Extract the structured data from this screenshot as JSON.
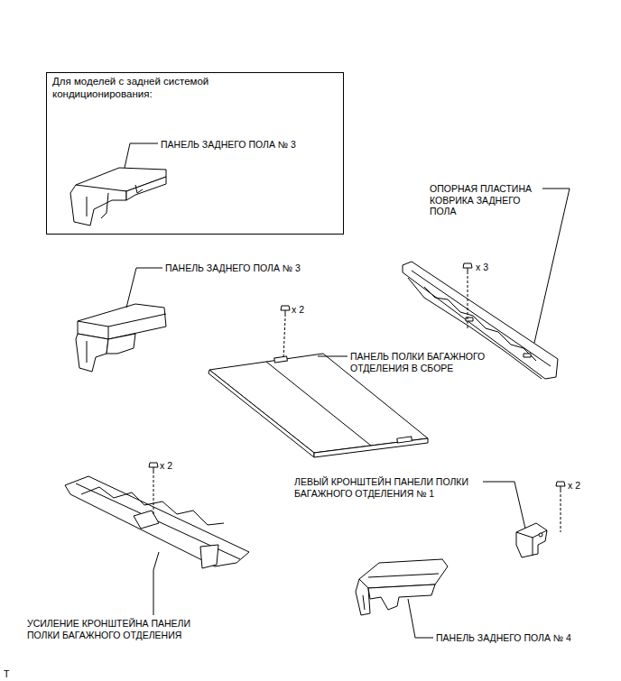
{
  "diagram": {
    "nodes": [
      {
        "text": [
          "Для моделей с задней системой кондиционирования:",
          "ПАНЕЛЬ ЗАДНЕГО ПОЛА № 3"
        ]
      }
    ],
    "labels": [
      "ОПОРНАЯ ПЛАСТИНА КОВРИКА ЗАДНЕГО ПОЛА",
      "x 3",
      "ПАНЕЛЬ ЗАДНЕГО ПОЛА № 3",
      "x 2",
      "ПАНЕЛЬ ПОЛКИ БАГАЖНОГО ОТДЕЛЕНИЯ В СБОРЕ",
      "x 2",
      "ЛЕВЫЙ КРОНШТЕЙН ПАНЕЛИ ПОЛКИ БАГАЖНОГО ОТДЕЛЕНИЯ № 1",
      "x 2",
      "УСИЛЕНИЕ КРОНШТЕЙНА ПАНЕЛИ ПОЛКИ БАГАЖНОГО ОТДЕЛЕНИЯ",
      "ПАНЕЛЬ ЗАДНЕГО ПОЛА № 4",
      "T"
    ]
  }
}
